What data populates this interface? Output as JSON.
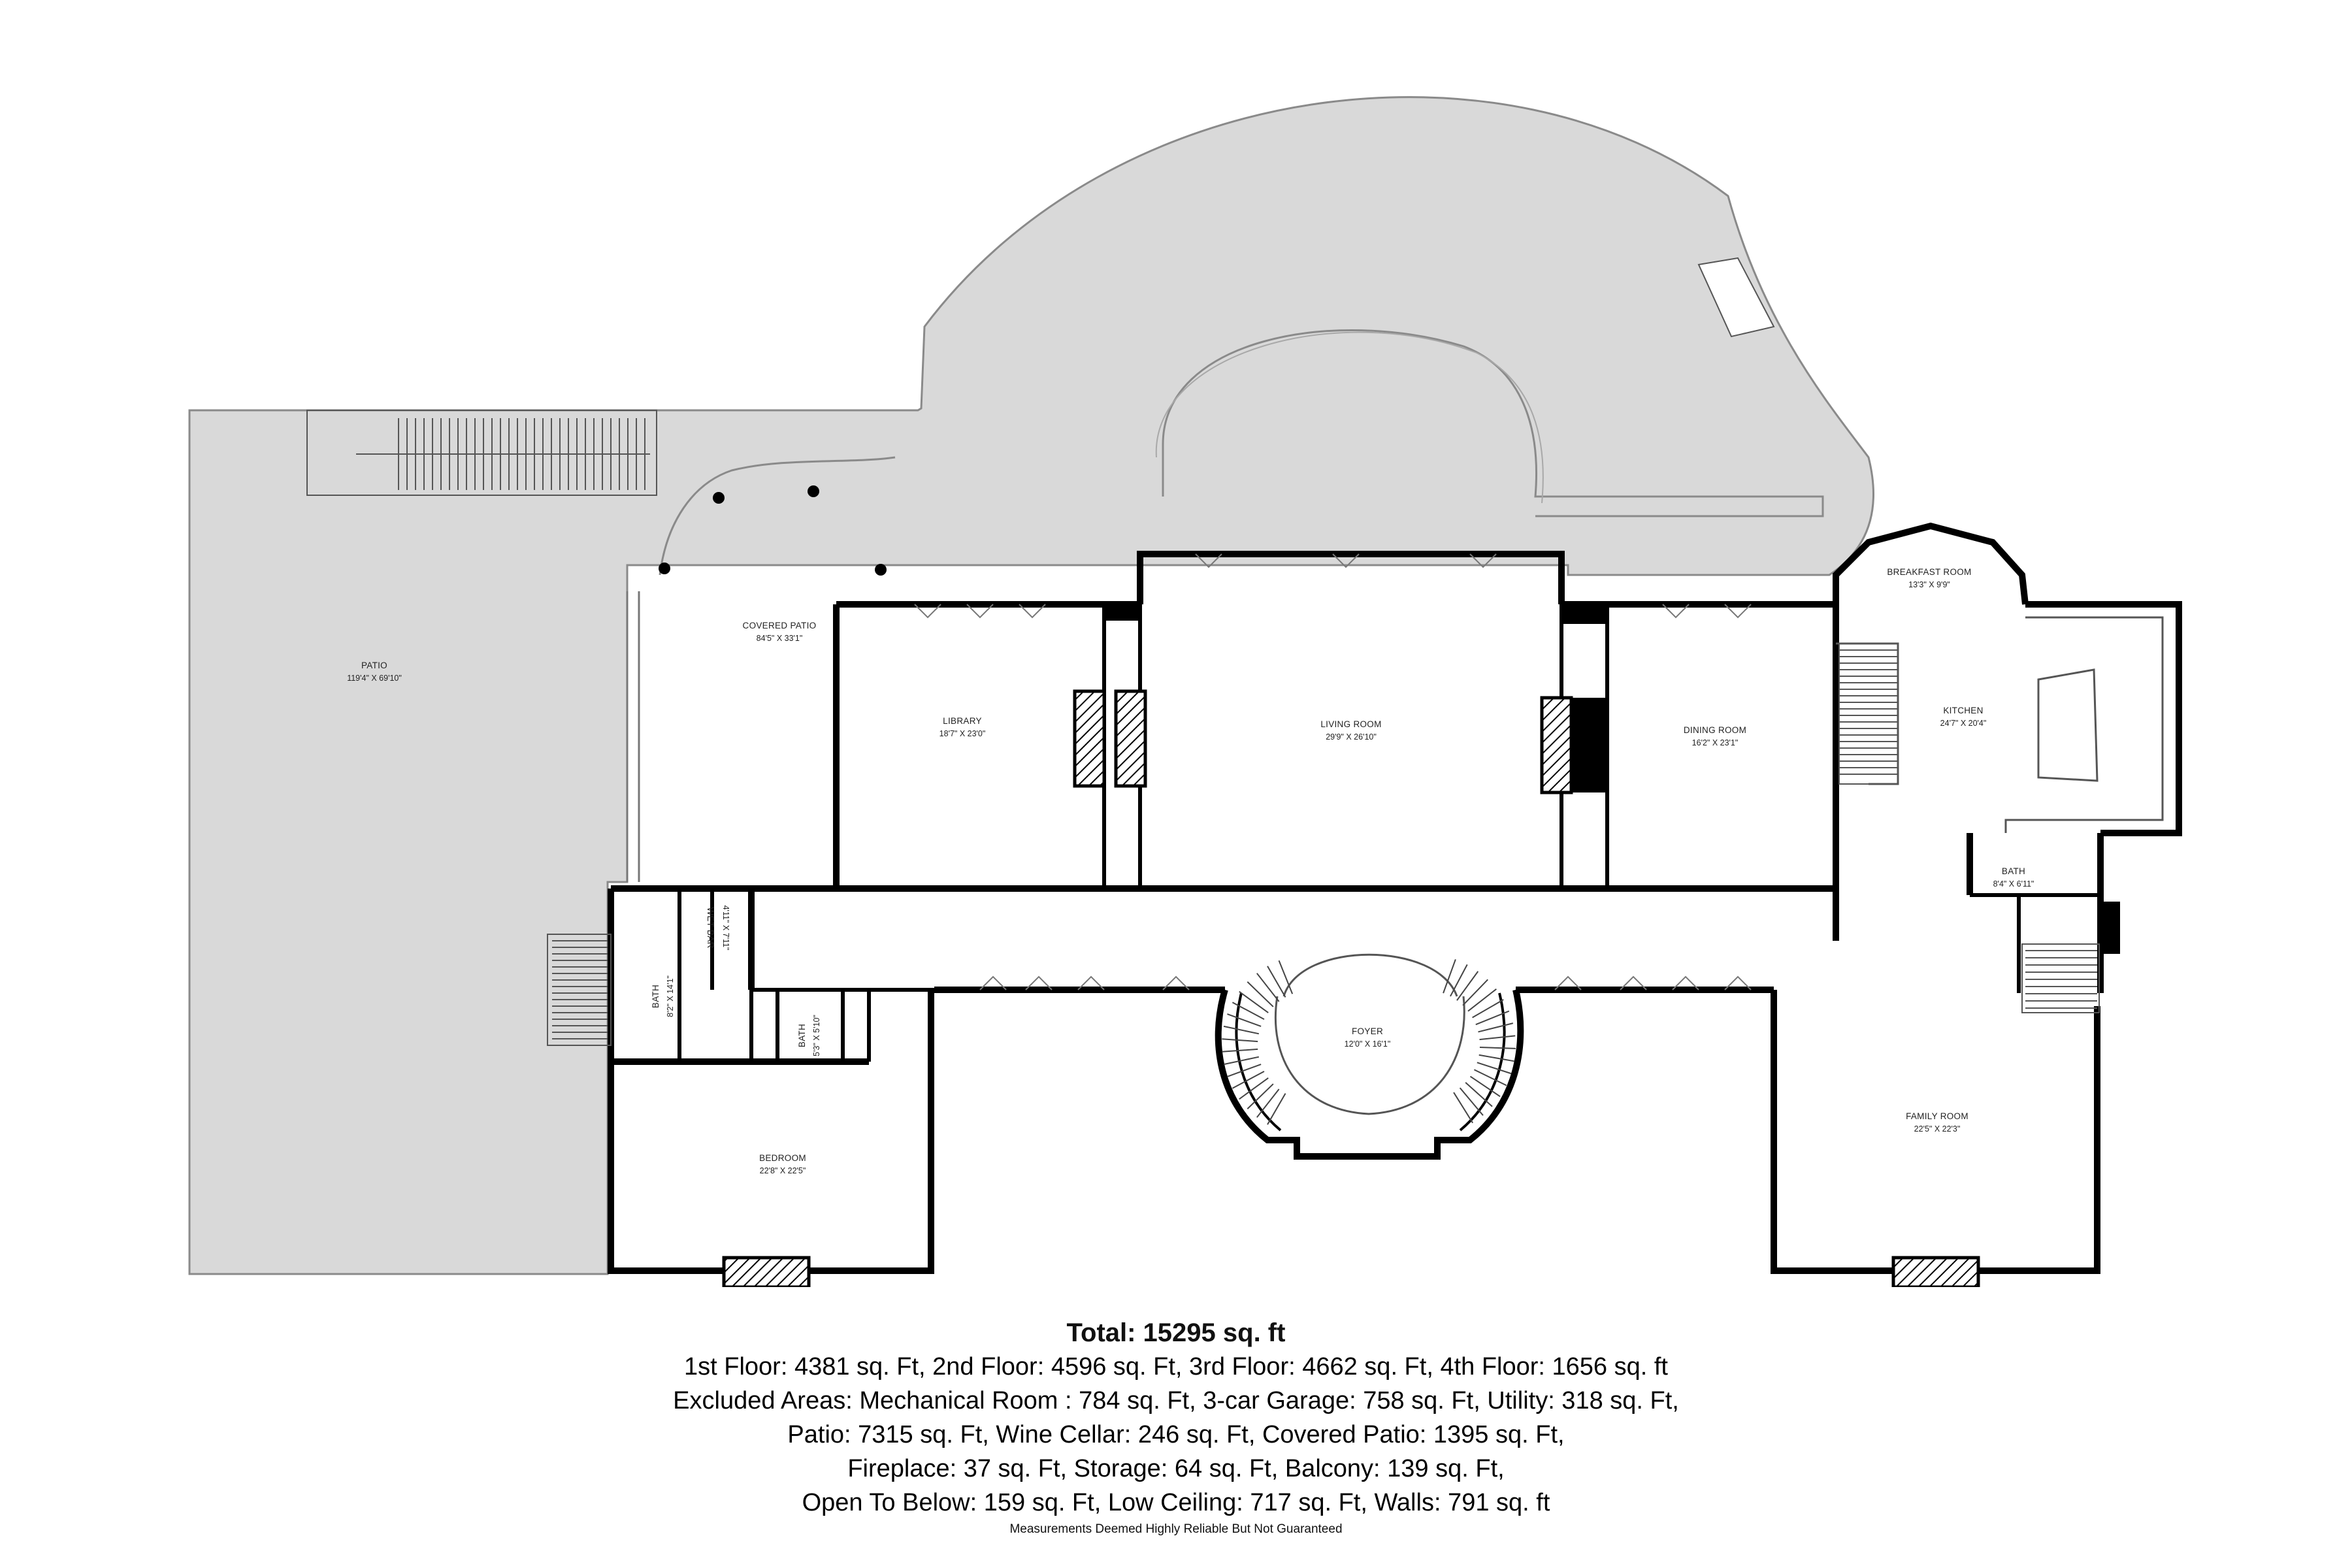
{
  "rooms": {
    "patio": {
      "name": "PATIO",
      "dim": "119'4\" X 69'10\""
    },
    "covered_patio": {
      "name": "COVERED PATIO",
      "dim": "84'5\" X 33'1\""
    },
    "library": {
      "name": "LIBRARY",
      "dim": "18'7\" X 23'0\""
    },
    "living_room": {
      "name": "LIVING ROOM",
      "dim": "29'9\" X 26'10\""
    },
    "dining_room": {
      "name": "DINING ROOM",
      "dim": "16'2\" X 23'1\""
    },
    "breakfast_room": {
      "name": "BREAKFAST ROOM",
      "dim": "13'3\" X 9'9\""
    },
    "kitchen": {
      "name": "KITCHEN",
      "dim": "24'7\" X 20'4\""
    },
    "bath_right": {
      "name": "BATH",
      "dim": "8'4\" X 6'11\""
    },
    "wet_bar": {
      "name": "WET BAR",
      "dim": "4'11\" X 7'11\""
    },
    "bath_left": {
      "name": "BATH",
      "dim": "8'2\" X 14'1\""
    },
    "bath_small": {
      "name": "BATH",
      "dim": "5'3\" X 5'10\""
    },
    "foyer": {
      "name": "FOYER",
      "dim": "12'0\" X 16'1\""
    },
    "bedroom": {
      "name": "BEDROOM",
      "dim": "22'8\" X 22'5\""
    },
    "family_room": {
      "name": "FAMILY ROOM",
      "dim": "22'5\" X 22'3\""
    }
  },
  "summary": {
    "total": "Total: 15295 sq. ft",
    "lines": [
      "1st Floor: 4381 sq. Ft, 2nd Floor: 4596 sq. Ft, 3rd Floor: 4662 sq. Ft, 4th Floor: 1656 sq. ft",
      "Excluded Areas: Mechanical Room : 784 sq. Ft, 3-car Garage: 758 sq. Ft, Utility: 318 sq. Ft,",
      "Patio: 7315 sq. Ft, Wine Cellar: 246 sq. Ft, Covered Patio: 1395 sq. Ft,",
      "Fireplace: 37 sq. Ft, Storage: 64 sq. Ft, Balcony: 139 sq. Ft,",
      "Open To Below: 159 sq. Ft, Low Ceiling: 717 sq. Ft, Walls: 791 sq. ft"
    ],
    "disclaimer": "Measurements Deemed Highly Reliable But Not Guaranteed"
  },
  "colors": {
    "patio_fill": "#d9d9d9",
    "wall": "#000000",
    "background": "#ffffff",
    "outline": "#8a8a8a"
  }
}
